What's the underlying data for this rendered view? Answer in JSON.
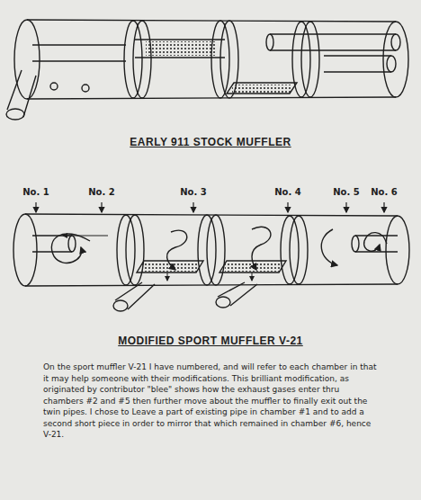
{
  "diagram": {
    "caption": "On the sport muffler V-21 I have numbered, and will refer to each chamber in that it may help someone with their modifications. This brilliant modification, as originated by contributor \"blee\" shows how the exhaust gases enter thru chambers #2 and #5 then further move about the muffler to finally exit out the twin pipes. I chose to Leave a part of existing pipe in chamber #1 and to add a second short piece in order to mirror that which remained in chamber #6, hence V-21.",
    "labels": [
      "EARLY 911 STOCK MUFFLER",
      "No. 1",
      "No. 2",
      "No. 3",
      "No. 4",
      "No. 5",
      "No. 6",
      "MODIFIED SPORT MUFFLER V-21"
    ]
  }
}
